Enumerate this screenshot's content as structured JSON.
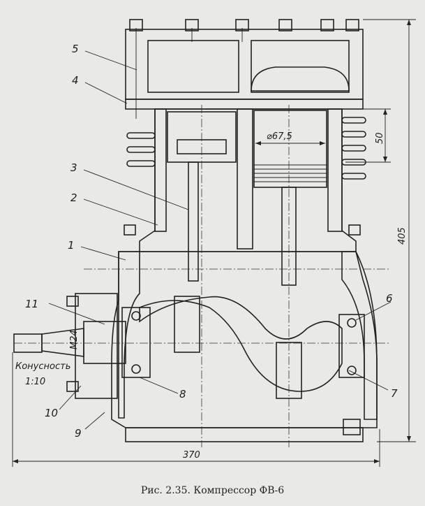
{
  "caption": "Рис. 2.35. Компрессор ФВ-6",
  "callouts": [
    "1",
    "2",
    "3",
    "4",
    "5",
    "6",
    "7",
    "8",
    "9",
    "10",
    "11"
  ],
  "dimensions": {
    "diameter": "⌀67,5",
    "stroke": "50",
    "height": "405",
    "width": "370",
    "thread": "М24"
  },
  "taper": {
    "label": "Конусность",
    "ratio": "1:10"
  }
}
